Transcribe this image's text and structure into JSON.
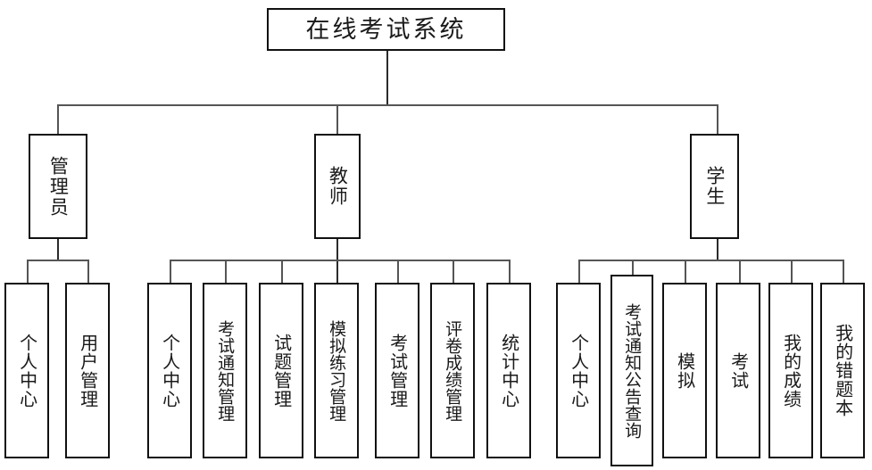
{
  "diagram": {
    "type": "hierarchy-tree",
    "title": "在线考试系统",
    "orientation": "top-down",
    "levels": 3
  },
  "root": {
    "label": "在线考试系统"
  },
  "roles": [
    {
      "id": "admin",
      "label": "管理员"
    },
    {
      "id": "teacher",
      "label": "教师"
    },
    {
      "id": "student",
      "label": "学生"
    }
  ],
  "admin_children": [
    {
      "label": "个人中心"
    },
    {
      "label": "用户管理"
    }
  ],
  "teacher_children": [
    {
      "label": "个人中心"
    },
    {
      "label": "考试通知管理"
    },
    {
      "label": "试题管理"
    },
    {
      "label": "模拟练习管理"
    },
    {
      "label": "考试管理"
    },
    {
      "label": "评卷成绩管理"
    },
    {
      "label": "统计中心"
    }
  ],
  "student_children": [
    {
      "label": "个人中心"
    },
    {
      "label": "考试通知公告查询"
    },
    {
      "label": "模拟"
    },
    {
      "label": "考试"
    },
    {
      "label": "我的成绩"
    },
    {
      "label": "我的错题本"
    }
  ],
  "style": {
    "background": "#ffffff",
    "box_border": "#111111",
    "text_color": "#1a1a1a",
    "line_color": "#2b2b2b"
  }
}
